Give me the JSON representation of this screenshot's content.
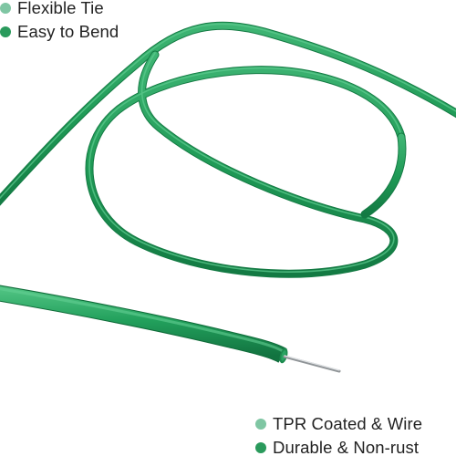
{
  "image": {
    "subject": "green-tpr-coated-garden-wire",
    "colors": {
      "background": "#ffffff",
      "wire": "#1f9a56",
      "wire_highlight": "#4cc07f",
      "wire_shadow": "#127340",
      "metal_core": "#bfc3c6",
      "bullet_light": "#7fc6a3",
      "bullet_dark": "#2a9a5c"
    }
  },
  "features_top": [
    {
      "label": "Flexible Tie",
      "bullet_color": "#7fc6a3",
      "icon": "bullet-dot-icon"
    },
    {
      "label": "Easy to Bend",
      "bullet_color": "#2a9a5c",
      "icon": "bullet-dot-icon"
    }
  ],
  "features_bottom": [
    {
      "label": "TPR Coated & Wire",
      "bullet_color": "#7fc6a3",
      "icon": "bullet-dot-icon"
    },
    {
      "label": "Durable & Non-rust",
      "bullet_color": "#2a9a5c",
      "icon": "bullet-dot-icon"
    }
  ]
}
